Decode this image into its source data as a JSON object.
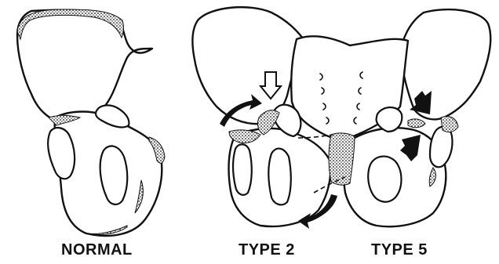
{
  "labels": {
    "normal": "NORMAL",
    "type2": "TYPE 2",
    "type5": "TYPE 5"
  }
}
